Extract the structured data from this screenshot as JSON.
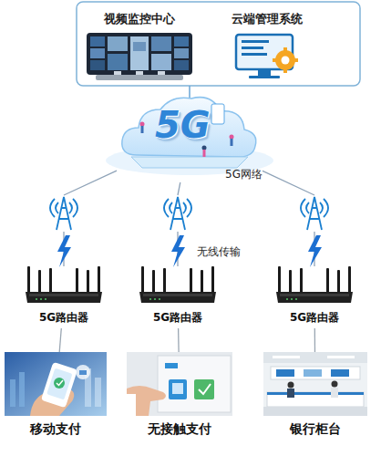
{
  "diagram": {
    "nodes": [
      {
        "text": [
          "视频监控中心"
        ]
      },
      {
        "text": [
          "云端管理系统"
        ]
      },
      {
        "text": [
          "5G",
          "5G网络"
        ]
      },
      {
        "text": [
          "5G路由器"
        ]
      },
      {
        "text": [
          "5G路由器"
        ]
      },
      {
        "text": [
          "5G路由器"
        ]
      },
      {
        "text": [
          "移动支付"
        ]
      },
      {
        "text": [
          "无接触支付"
        ]
      },
      {
        "text": [
          "银行柜台"
        ]
      }
    ],
    "edges": [
      {
        "from": 2,
        "to": 3,
        "arrow": "none"
      },
      {
        "from": 2,
        "to": 4,
        "arrow": "none"
      },
      {
        "from": 2,
        "to": 5,
        "arrow": "none"
      },
      {
        "from": 3,
        "to": 6,
        "arrow": "none"
      },
      {
        "from": 4,
        "to": 7,
        "arrow": "none"
      },
      {
        "from": 5,
        "to": 8,
        "arrow": "none"
      }
    ],
    "labels": [
      "无线传输"
    ]
  }
}
